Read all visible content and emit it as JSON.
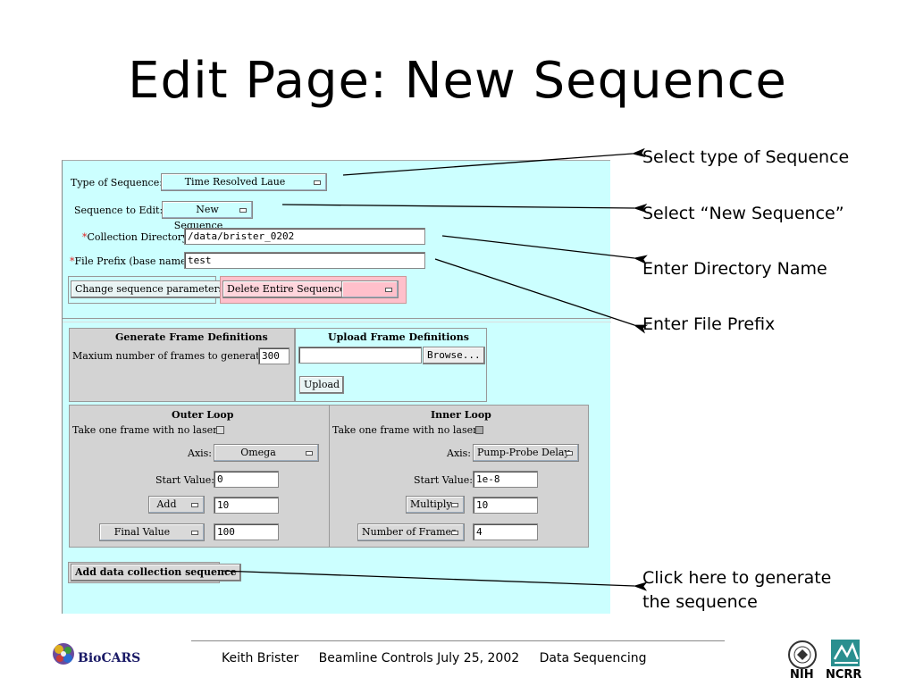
{
  "slide": {
    "title": "Edit Page: New Sequence"
  },
  "form": {
    "type_label": "Type of Sequence:",
    "type_value": "Time Resolved Laue",
    "seq_edit_label": "Sequence to Edit:",
    "seq_edit_value": "New Sequence",
    "coll_dir_req": "*",
    "coll_dir_label": "Collection Directory:",
    "coll_dir_value": "/data/brister_0202",
    "prefix_req": "*",
    "prefix_label": "File Prefix (base name):",
    "prefix_value": "test",
    "change_params_btn": "Change sequence parameters",
    "delete_btn": "Delete Entire Sequence",
    "gen_header": "Generate Frame Definitions",
    "max_frames_label": "Maxium number of frames to generate:",
    "max_frames_value": "300",
    "upload_header": "Upload Frame Definitions",
    "upload_path_value": "",
    "browse_btn": "Browse...",
    "upload_btn": "Upload",
    "outer": {
      "header": "Outer Loop",
      "no_laser_label": "Take one frame with no laser",
      "axis_label": "Axis:",
      "axis_value": "Omega",
      "start_label": "Start Value:",
      "start_value": "0",
      "op_value": "Add",
      "op_input": "10",
      "end_mode": "Final Value",
      "end_input": "100"
    },
    "inner": {
      "header": "Inner Loop",
      "no_laser_label": "Take one frame with no laser",
      "axis_label": "Axis:",
      "axis_value": "Pump-Probe Delay",
      "start_label": "Start Value:",
      "start_value": "1e-8",
      "op_value": "Multiply",
      "op_input": "10",
      "end_mode": "Number of Frames",
      "end_input": "4"
    },
    "add_seq_btn": "Add data collection sequence"
  },
  "callouts": {
    "c1": "Select type of Sequence",
    "c2": "Select “New Sequence”",
    "c3": "Enter Directory Name",
    "c4": "Enter File Prefix",
    "c5_line1": "Click here to generate",
    "c5_line2": "the sequence"
  },
  "footer": {
    "logo_text": "BioCARS",
    "author": "Keith Brister",
    "event": "Beamline Controls July 25, 2002",
    "topic": "Data Sequencing",
    "nih": "NIH",
    "ncrr": "NCRR"
  },
  "colors": {
    "panel_bg": "#ccffff",
    "required": "#e02020",
    "delete_bg": "#ffc0cb",
    "loop_bg": "#d3d3d3"
  }
}
